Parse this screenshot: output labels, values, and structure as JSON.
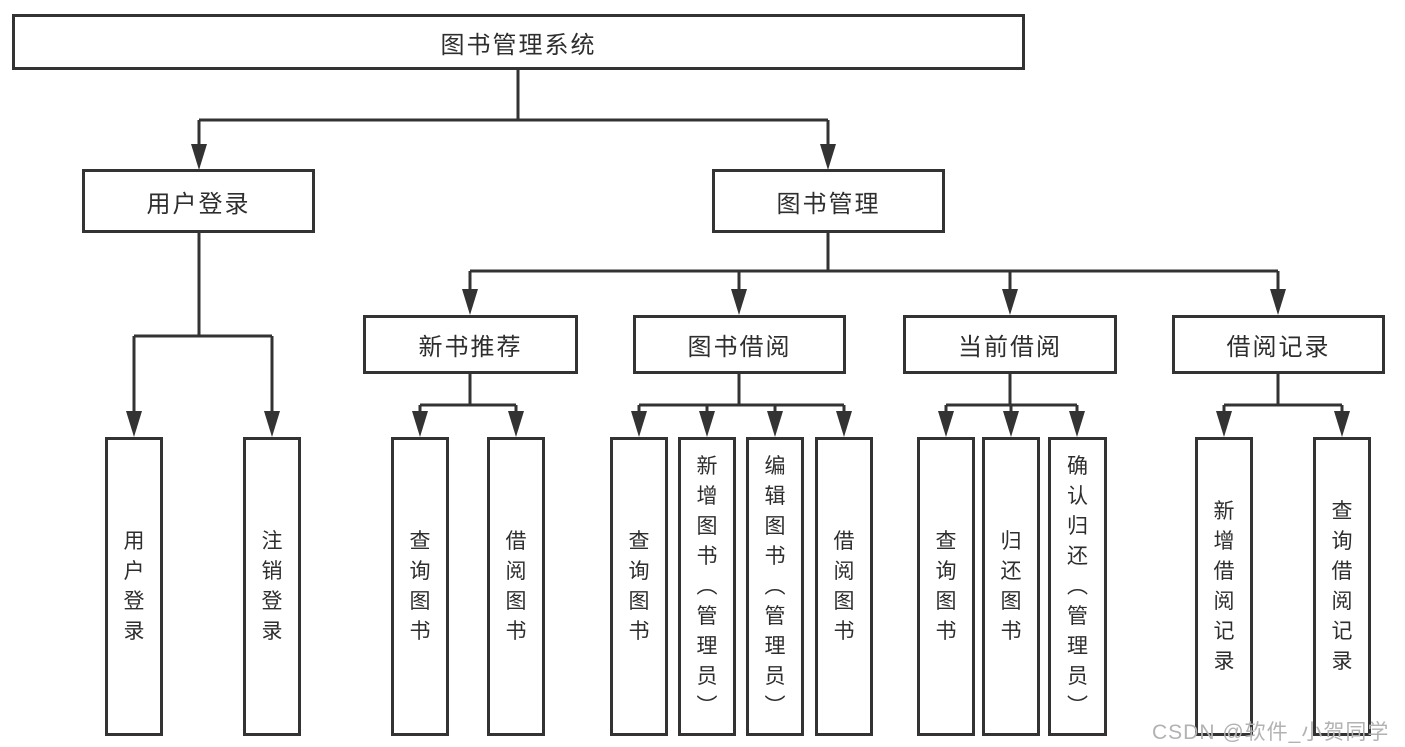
{
  "diagram_title": "图书管理系统",
  "tree": {
    "label": "图书管理系统",
    "children": [
      {
        "label": "用户登录",
        "children": [
          {
            "label": "用户登录"
          },
          {
            "label": "注销登录"
          }
        ]
      },
      {
        "label": "图书管理",
        "children": [
          {
            "label": "新书推荐",
            "children": [
              {
                "label": "查询图书"
              },
              {
                "label": "借阅图书"
              }
            ]
          },
          {
            "label": "图书借阅",
            "children": [
              {
                "label": "查询图书"
              },
              {
                "label": "新增图书（管理员）"
              },
              {
                "label": "编辑图书（管理员）"
              },
              {
                "label": "借阅图书"
              }
            ]
          },
          {
            "label": "当前借阅",
            "children": [
              {
                "label": "查询图书"
              },
              {
                "label": "归还图书"
              },
              {
                "label": "确认归还（管理员）"
              }
            ]
          },
          {
            "label": "借阅记录",
            "children": [
              {
                "label": "新增借阅记录"
              },
              {
                "label": "查询借阅记录"
              }
            ]
          }
        ]
      }
    ]
  },
  "watermark": {
    "text": "CSDN @软件_小贺同学"
  },
  "colors": {
    "line": "#333333",
    "box_border": "#333333",
    "text": "#2e2e2e",
    "watermark": "#b2b2b2",
    "background": "#ffffff"
  }
}
